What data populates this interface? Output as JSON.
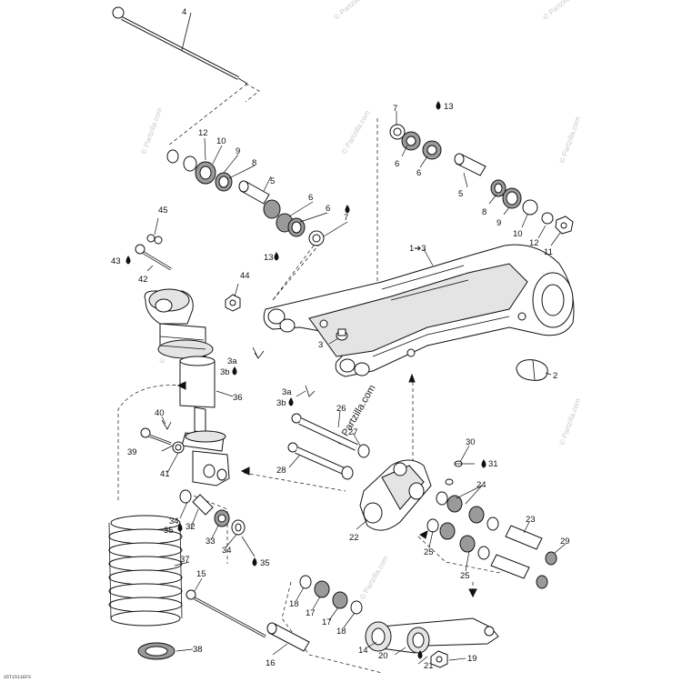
{
  "diagram": {
    "drawing_code": "S5T1511EFS",
    "watermark_text": "© Partzilla.com",
    "callouts": {
      "c4": "4",
      "c12a": "12",
      "c10a": "10",
      "c9a": "9",
      "c8a": "8",
      "c5a": "5",
      "c6a": "6",
      "c6b": "6",
      "c7a": "7",
      "c13a": "13",
      "c45": "45",
      "c43": "43",
      "c42": "42",
      "c44": "44",
      "c7b": "7",
      "c13b": "13",
      "c6c": "6",
      "c6d": "6",
      "c5b": "5",
      "c8b": "8",
      "c9b": "9",
      "c10b": "10",
      "c12b": "12",
      "c11": "11",
      "c1to3": "1➔3",
      "c3a1": "3a",
      "c3b1": "3b",
      "c3": "3",
      "c3a2": "3a",
      "c3b2": "3b",
      "c2": "2",
      "c36": "36",
      "c26": "26",
      "c27": "27",
      "c28": "28",
      "c40": "40",
      "c39": "39",
      "c41": "41",
      "c30": "30",
      "c31": "31",
      "c24": "24",
      "c34a": "34",
      "c32": "32",
      "c35a": "35",
      "c33": "33",
      "c34b": "34",
      "c35b": "35",
      "c22": "22",
      "c25a": "25",
      "c25b": "25",
      "c23": "23",
      "c29": "29",
      "c37": "37",
      "c15": "15",
      "c18a": "18",
      "c17a": "17",
      "c17b": "17",
      "c18b": "18",
      "c38": "38",
      "c16": "16",
      "c14": "14",
      "c20": "20",
      "c21": "21",
      "c19": "19"
    }
  },
  "colors": {
    "ink": "#111111",
    "watermark": "#c9c9c9",
    "shade": "#e4e4e4"
  }
}
